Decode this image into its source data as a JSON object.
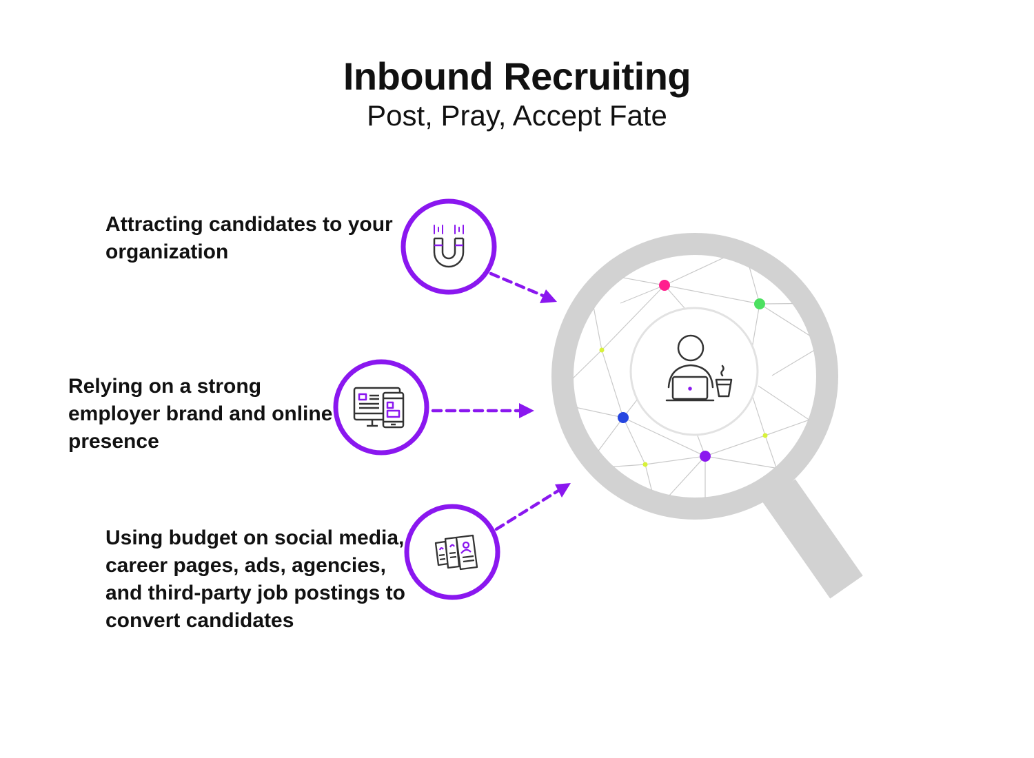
{
  "header": {
    "title": "Inbound Recruiting",
    "subtitle": "Post, Pray, Accept Fate"
  },
  "items": [
    {
      "text": "Attracting candidates to your organization",
      "icon": "magnet-icon"
    },
    {
      "text": "Relying on a strong employer brand and online presence",
      "icon": "desktop-mobile-icon"
    },
    {
      "text": "Using budget on social media, career pages, ads, agencies, and third-party job postings to convert candidates",
      "icon": "resumes-icon"
    }
  ],
  "center": {
    "icon": "person-laptop-coffee-icon",
    "lens_icon": "magnifying-glass-icon"
  },
  "colors": {
    "accent": "#8a17ef",
    "lens": "#d2d2d2",
    "node_pink": "#ff1f8e",
    "node_green": "#4ce060",
    "node_blue": "#2545e0",
    "node_purple": "#8a17ef",
    "node_yellow": "#d8f23a"
  }
}
